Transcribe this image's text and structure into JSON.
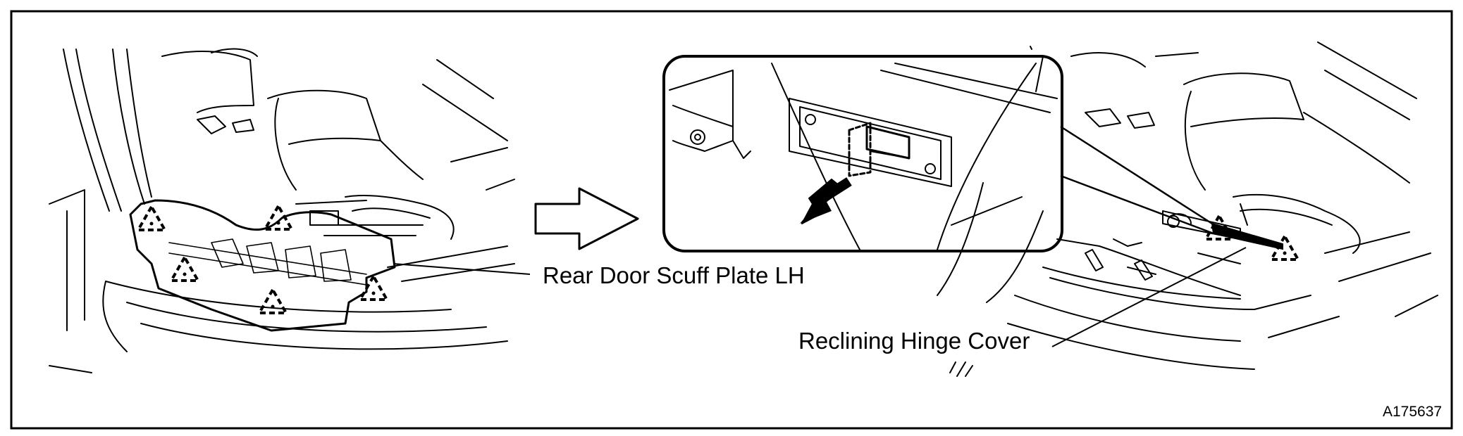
{
  "labels": {
    "scuff_plate": "Rear Door Scuff Plate LH",
    "hinge_cover": "Reclining Hinge Cover",
    "figure_code": "A175637"
  },
  "icons": {
    "clip_marker": "dashed-triangle-clip-icon",
    "direction_arrow": "hollow-arrow-right-icon",
    "removal_arrow": "solid-arrow-down-left-icon"
  },
  "colors": {
    "line": "#000000",
    "background": "#ffffff"
  }
}
